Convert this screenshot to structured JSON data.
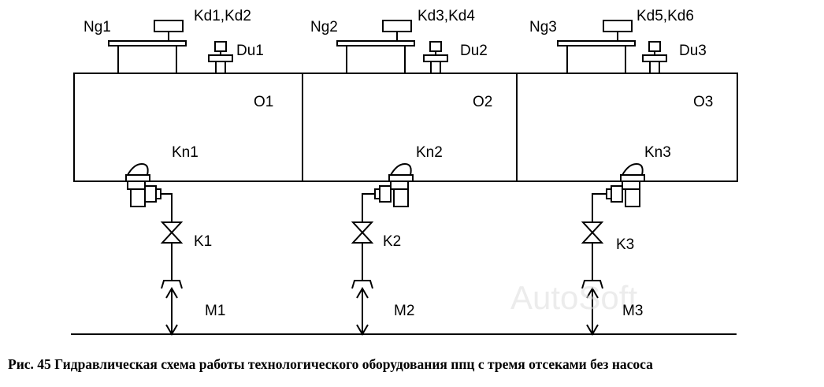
{
  "compartments": [
    {
      "name": "O1",
      "filler_neck": "Ng1",
      "breather_valves": "Kd1,Kd2",
      "level_sensor": "Du1",
      "bottom_valve": "Kn1",
      "shutoff_valve": "K1",
      "hose": "M1"
    },
    {
      "name": "O2",
      "filler_neck": "Ng2",
      "breather_valves": "Kd3,Kd4",
      "level_sensor": "Du2",
      "bottom_valve": "Kn2",
      "shutoff_valve": "K2",
      "hose": "M2"
    },
    {
      "name": "O3",
      "filler_neck": "Ng3",
      "breather_valves": "Kd5,Kd6",
      "level_sensor": "Du3",
      "bottom_valve": "Kn3",
      "shutoff_valve": "K3",
      "hose": "M3"
    }
  ],
  "watermark": "AutoSoft",
  "caption": "Рис. 45 Гидравлическая схема работы технологического оборудования ппц с тремя отсеками без насоса"
}
